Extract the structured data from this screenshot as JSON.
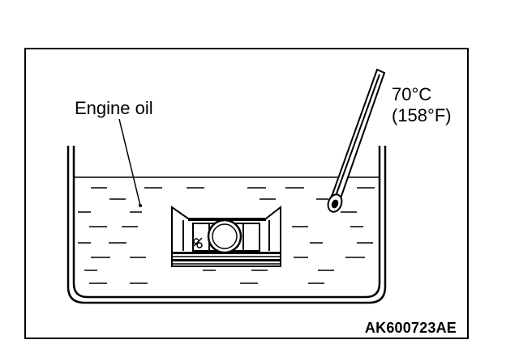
{
  "labels": {
    "engine_oil": "Engine oil",
    "temperature_celsius": "70°C",
    "temperature_fahrenheit": "(158°F)",
    "reference_code": "AK600723AE"
  },
  "colors": {
    "line": "#000000",
    "background": "#ffffff"
  }
}
